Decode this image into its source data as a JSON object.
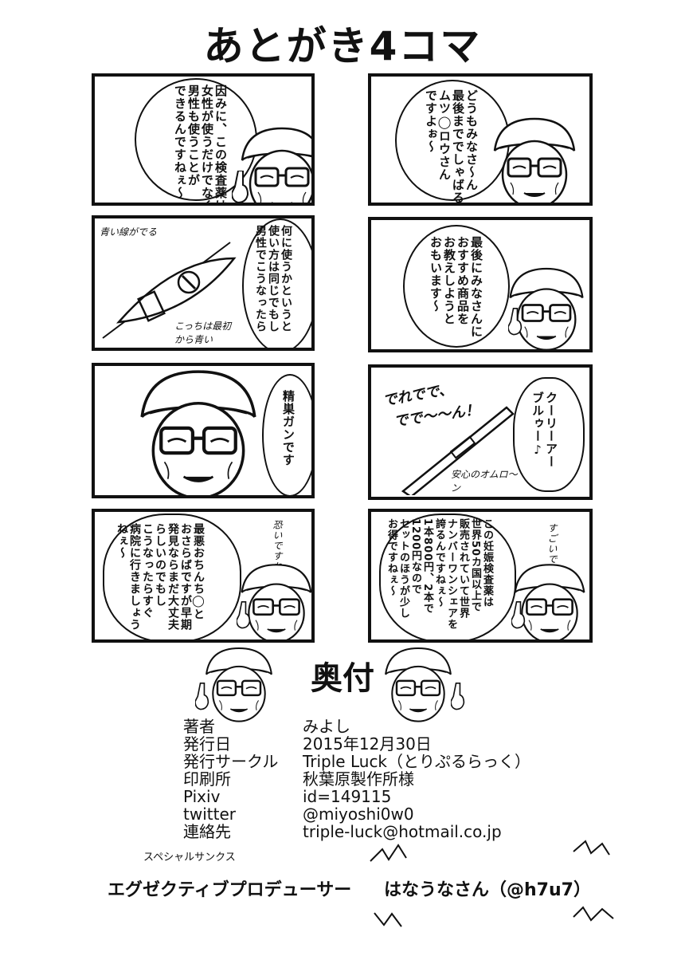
{
  "page_title": "あとがき4コマ",
  "panels": {
    "p1_text": "因みに、この検査薬は\n女性が使うだけでなく\n男性も使うことが\nできるんですねぇ〜",
    "p2_text": "どうもみなさ〜ん\n最後まででしゃばる\nムツ◯ロウさん\nですよぉ〜",
    "p3_note1": "青い線がでる",
    "p3_note2": "こっちは最初から青い",
    "p3_text": "何に使うかというと\n使い方は同じでもし\n男性でこうなったら",
    "p4_text": "最後にみなさんに\nおすすめ商品を\nお教えしようと\nおもいます〜",
    "p5_text": "精巣ガンです",
    "p6_sfx1": "でれでで、",
    "p6_sfx2": "でで〜〜ん！",
    "p6_text": "クーリーアー\nブルゥー♪",
    "p6_note": "安心のオムロ〜ン",
    "p7_side": "恐いですねぇ〜",
    "p7_text": "最悪おちんち◯と\nおさらばですが早期\n発見ならまだ大丈夫\nらしいのでもし\nこうなったらすぐ\n病院に行きましょう\nねぇ〜",
    "p8_side": "すごいですねぇ〜",
    "p8_text": "この妊娠検査薬は\n世界50カ国以上で\n販売されていて世界\nナンバーワンシェアを\n誇るんですねぇ〜\n1本800円、2本で\n1200円なので\nセットのほうが少し\nお得ですねぇ〜"
  },
  "colophon": {
    "title": "奥付",
    "rows": [
      {
        "label": "著者",
        "value": "みよし"
      },
      {
        "label": "発行日",
        "value": "2015年12月30日"
      },
      {
        "label": "発行サークル",
        "value": "Triple Luck（とりぷるらっく）"
      },
      {
        "label": "印刷所",
        "value": "秋葉原製作所様"
      },
      {
        "label": "Pixiv",
        "value": "id=149115"
      },
      {
        "label": "twitter",
        "value": "@miyoshi0w0"
      },
      {
        "label": "連絡先",
        "value": "triple-luck@hotmail.co.jp"
      }
    ]
  },
  "thanks": {
    "heading": "スペシャルサンクス",
    "role": "エグゼクティブプロデューサー",
    "name": "はなうなさん（@h7u7）"
  }
}
